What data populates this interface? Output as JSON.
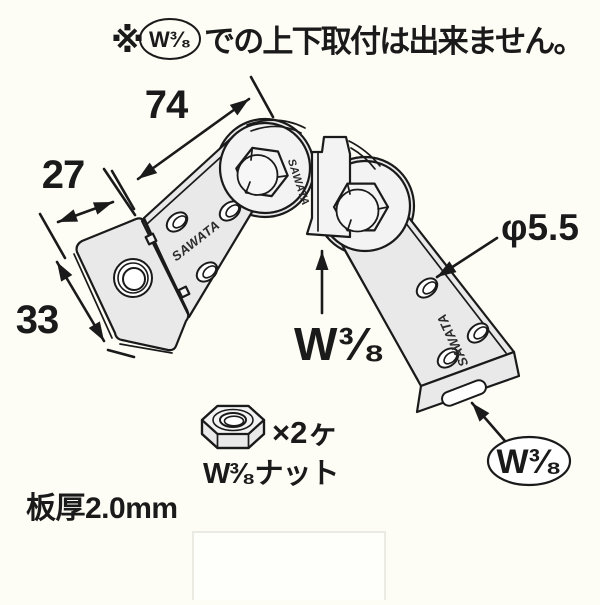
{
  "note": {
    "prefix": "※",
    "circled_label": "W³⁄₈",
    "text": "での上下取付は出来ません。"
  },
  "dimensions": {
    "arm_length": "74",
    "hole_offset": "27",
    "plate_width": "33"
  },
  "callouts": {
    "hole_diameter": "φ5.5",
    "center_bolt": "W³⁄₈",
    "end_slot": "W³⁄₈"
  },
  "nut": {
    "quantity": "×2ヶ",
    "name": "W³⁄₈ナット"
  },
  "plate_thickness": "板厚2.0mm",
  "brand_engraving": "SAWATA",
  "colors": {
    "line": "#1a1a1a",
    "metal": "#e9e9e9",
    "metal_light": "#f3f3f3",
    "hole_fill": "#ffffff",
    "background": "#fdfdf6"
  }
}
